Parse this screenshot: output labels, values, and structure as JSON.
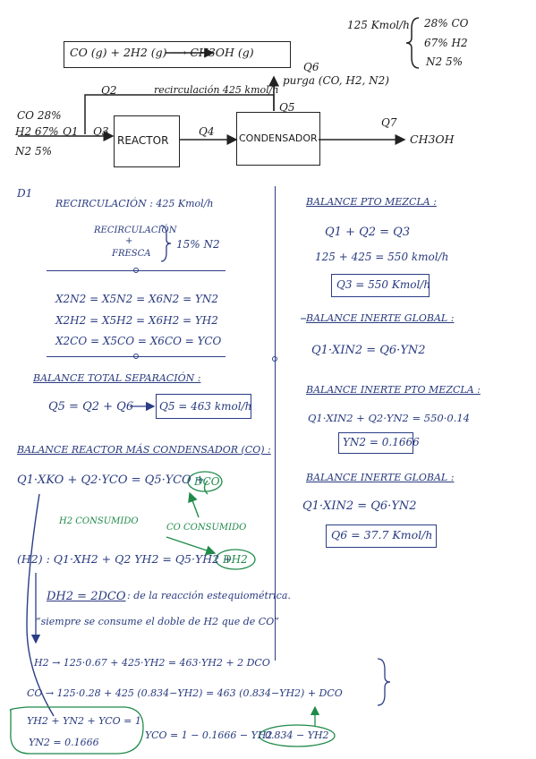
{
  "feed": {
    "flow": "125 Kmol/h",
    "co": "28% CO",
    "h2": "67% H2",
    "n2": "N2  5%"
  },
  "reaction": "CO (g) + 2H2 (g)  ⟶  CH3OH (g)",
  "diagram": {
    "q1": "Q1",
    "q2": "Q2",
    "q3": "Q3",
    "q4": "Q4",
    "q5": "Q5",
    "q6": "Q6",
    "q7": "Q7",
    "recycle": "recirculación 425 kmol/h",
    "purge": "purga (CO, H2, N2)",
    "reactor": "REACTOR",
    "condenser": "CONDENSADOR",
    "product": "CH3OH",
    "feed_co": "CO 28%",
    "feed_h2": "H2 67%",
    "feed_n2": "N2 5%"
  },
  "left": {
    "d1": "D1",
    "recirc": "RECIRCULACIÓN : 425 Kmol/h",
    "mix_a": "RECIRCULACIÓN",
    "mix_plus": "+",
    "mix_b": "FRESCA",
    "mix_result": "15% N2",
    "eq_n2": "X2N2 = X5N2 = X6N2   =  YN2",
    "eq_h2": "X2H2 = X5H2 = X6H2  = YH2",
    "eq_co": "X2CO  = X5CO  = X6CO  = YCO",
    "sep_title": "BALANCE TOTAL SEPARACIÓN :",
    "sep_eq": "Q5 = Q2 + Q6",
    "sep_result": "Q5 = 463 kmol/h",
    "react_title": "BALANCE REACTOR MÁS CONDENSADOR (CO) :",
    "co_eq": "Q1·XKO + Q2·YCO = Q5·YCO +",
    "dco": "DCO",
    "h2_consumed": "H2 CONSUMIDO",
    "co_consumed": "CO CONSUMIDO",
    "h2_eq": "(H2) : Q1·XH2 + Q2 YH2 = Q5·YH2 +",
    "dh2": "DH2",
    "dh2_rel": "DH2 = 2DCO",
    "stoich_note": ": de la reacción estequiométrica.",
    "quote": "“siempre se consume el doble de H2 que de CO”",
    "h2_sub": "H2 → 125·0.67 + 425·YH2 = 463·YH2 + 2 DCO",
    "co_sub": "CO → 125·0.28 + 425 (0.834−YH2) = 463 (0.834−YH2) + DCO",
    "sys_1": "YH2 + YN2 + YCO = 1",
    "sys_2": "YN2 = 0.1666",
    "yco_expr": "YCO = 1 − 0.1666 − YH2",
    "yco_result": "0.834 − YH2"
  },
  "right": {
    "mix_title": "BALANCE PTO MEZCLA :",
    "mix_eq": "Q1 + Q2 = Q3",
    "mix_sub": "125 + 425 = 550 kmol/h",
    "mix_result": "Q3 = 550 Kmol/h",
    "inert_title": "BALANCE INERTE GLOBAL :",
    "inert_eq": "Q1·XIN2 = Q6·YN2",
    "inert_mix_title": "BALANCE INERTE PTO MEZCLA :",
    "inert_mix_eq": "Q1·XIN2 + Q2·YN2 = 550·0.14",
    "yn2_result": "YN2 = 0.1666",
    "inert2_title": "BALANCE INERTE GLOBAL :",
    "inert2_eq": "Q1·XIN2 = Q6·YN2",
    "q6_result": "Q6 = 37.7 Kmol/h"
  }
}
